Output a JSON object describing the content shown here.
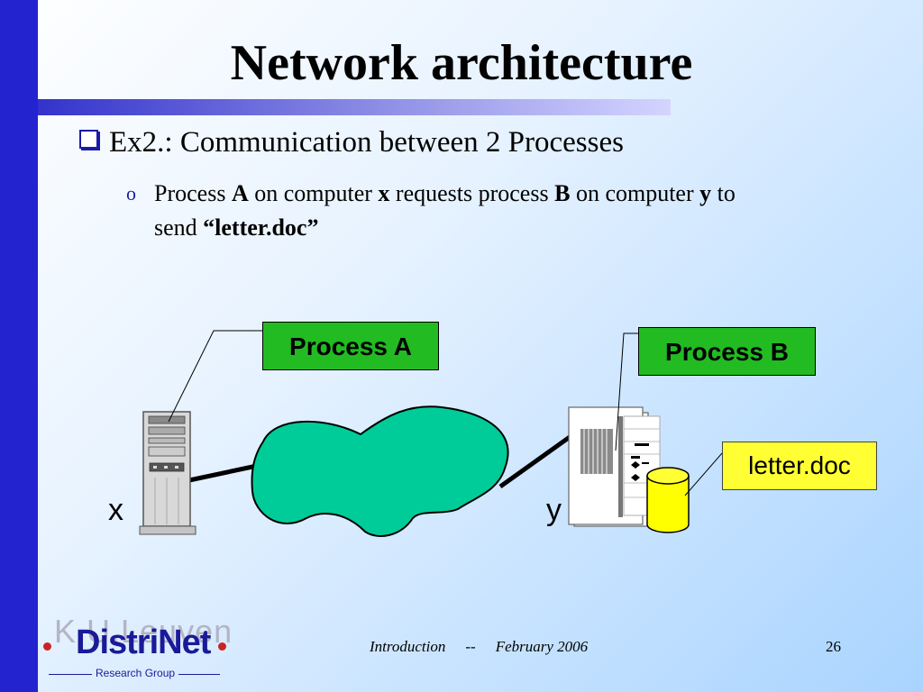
{
  "slide": {
    "title": "Network architecture",
    "bullet1": "Ex2.: Communication between 2 Processes",
    "bullet2": {
      "marker": "o",
      "t1": "Process ",
      "b1": "A",
      "t2": " on computer ",
      "b2": "x",
      "t3": " requests process ",
      "b3": "B",
      "t4": " on computer ",
      "b4": "y",
      "t5": "  to send  ",
      "b5": "“letter.doc”"
    }
  },
  "diagram": {
    "process_a": "Process A",
    "process_b": "Process B",
    "file_label": "letter.doc",
    "computer_x": "x",
    "computer_y": "y"
  },
  "footer": {
    "section": "Introduction",
    "separator": "--",
    "date": "February 2006",
    "page": "26"
  },
  "logo": {
    "ghost_text": "K.U.Leuven",
    "name": "DistriNet",
    "subtitle": "Research Group"
  },
  "colors": {
    "left_bar": "#2323cf",
    "label_green": "#22bb22",
    "network_cloud": "#00cc99",
    "file_yellow": "#ffff33"
  }
}
